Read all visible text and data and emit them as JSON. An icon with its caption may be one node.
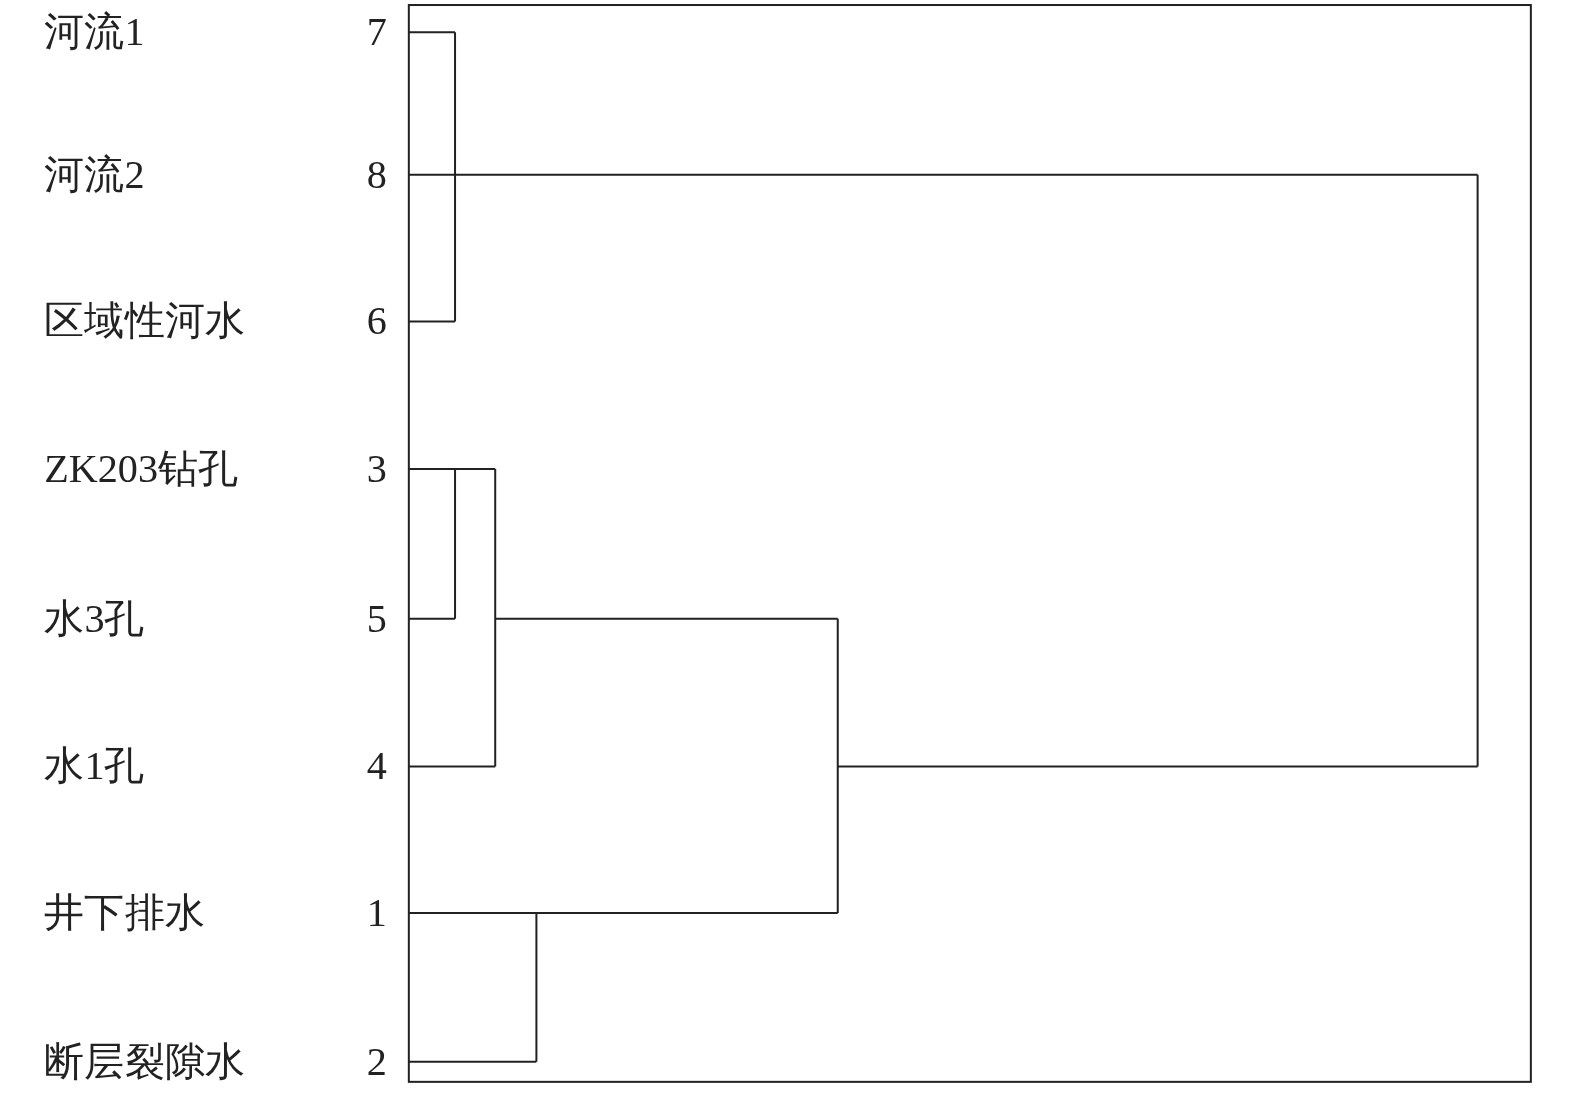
{
  "diagram": {
    "labels": [
      "河流1",
      "7",
      "河流2",
      "8",
      "区域性河水",
      "6",
      "ZK203钻孔",
      "3",
      "水3孔",
      "5",
      "水1孔",
      "4",
      "井下排水",
      "1",
      "断层裂隙水",
      "2"
    ]
  }
}
